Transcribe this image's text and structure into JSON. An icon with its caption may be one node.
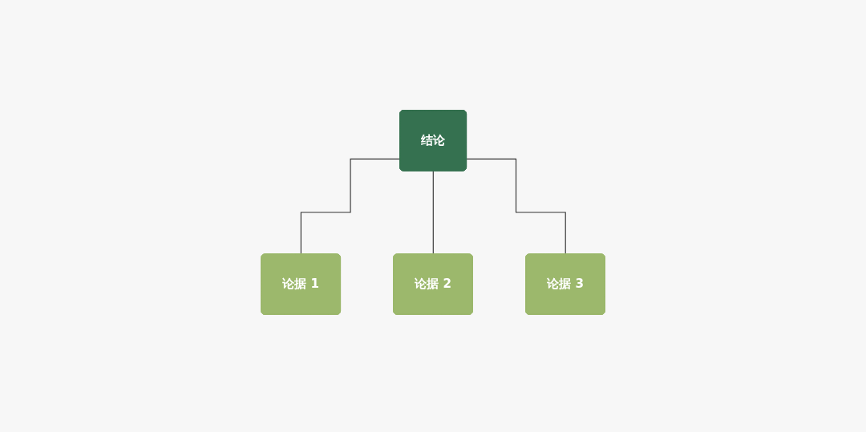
{
  "diagram": {
    "nodes": [
      {
        "text": [
          "结论"
        ]
      },
      {
        "text": [
          "论据 1"
        ]
      },
      {
        "text": [
          "论据 2"
        ]
      },
      {
        "text": [
          "论据 3"
        ]
      }
    ],
    "edges": [
      {
        "from": 0,
        "to": 1,
        "arrow": "none"
      },
      {
        "from": 0,
        "to": 2,
        "arrow": "none"
      },
      {
        "from": 0,
        "to": 3,
        "arrow": "none"
      }
    ]
  }
}
